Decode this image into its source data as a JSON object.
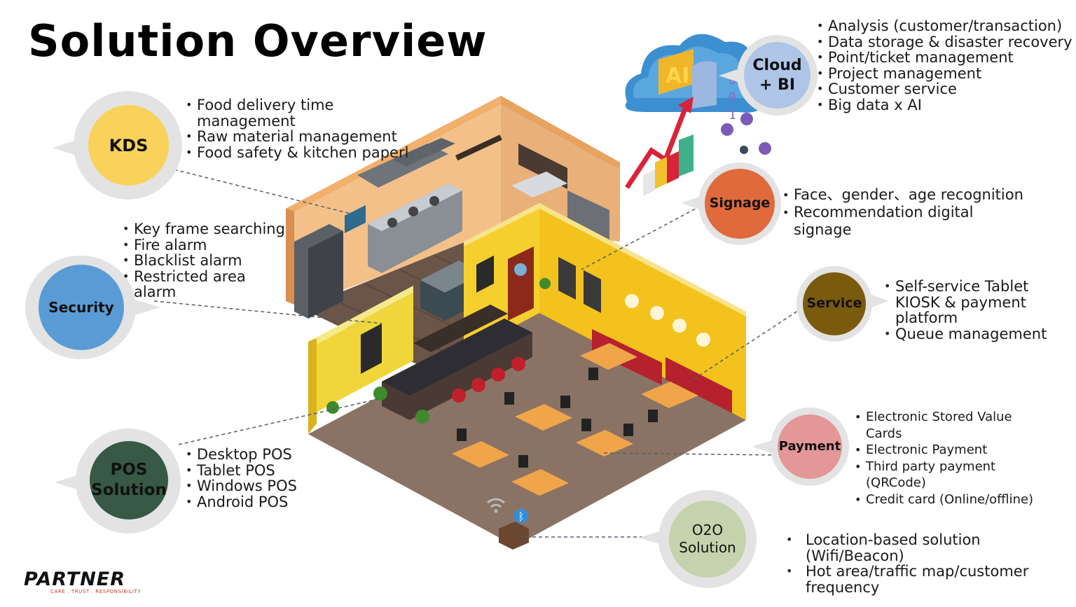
{
  "title": "Solution Overview",
  "colors": {
    "kds": "#f9d25c",
    "security": "#5b9bd5",
    "pos": "#375946",
    "signage": "#e06a3b",
    "service": "#7a5a0c",
    "payment": "#e39797",
    "o2o": "#c4d3ae",
    "cloud": "#aec5e7",
    "bubble": "#e3e3e3"
  },
  "nodes": {
    "kds": {
      "label": "KDS",
      "items": [
        "Food delivery time management",
        "Raw material management",
        "Food safety & kitchen paperl"
      ]
    },
    "security": {
      "label": "Security",
      "items": [
        "Key frame searching",
        "Fire alarm",
        "Blacklist alarm",
        "Restricted area alarm"
      ]
    },
    "pos": {
      "label_line1": "POS",
      "label_line2": "Solution",
      "items": [
        "Desktop POS",
        "Tablet POS",
        "Windows POS",
        "Android POS"
      ]
    },
    "cloud": {
      "label_line1": "Cloud",
      "label_line2": "+ BI",
      "items": [
        "Analysis (customer/transaction)",
        "Data storage & disaster recovery",
        "Point/ticket management",
        "Project management",
        "Customer service",
        "Big data x AI"
      ]
    },
    "signage": {
      "label": "Signage",
      "items": [
        "Face、gender、age recognition",
        "Recommendation digital signage"
      ]
    },
    "service": {
      "label": "Service",
      "items": [
        "Self-service Tablet KIOSK & payment platform",
        "Queue management"
      ]
    },
    "payment": {
      "label": "Payment",
      "items": [
        "Electronic Stored Value Cards",
        "Electronic Payment",
        "Third party payment (QRCode)",
        "Credit card (Online/offline)"
      ]
    },
    "o2o": {
      "label_line1": "O2O",
      "label_line2": "Solution",
      "items": [
        "Location-based solution (Wifi/Beacon)",
        "Hot area/traffic map/customer frequency"
      ]
    }
  },
  "illustration": {
    "ai_label": "AI",
    "bluetooth_symbol": "ᛒ"
  },
  "logo": {
    "name": "PARTNER",
    "tagline": "CARE . TRUST . RESPONSIBILITY"
  }
}
